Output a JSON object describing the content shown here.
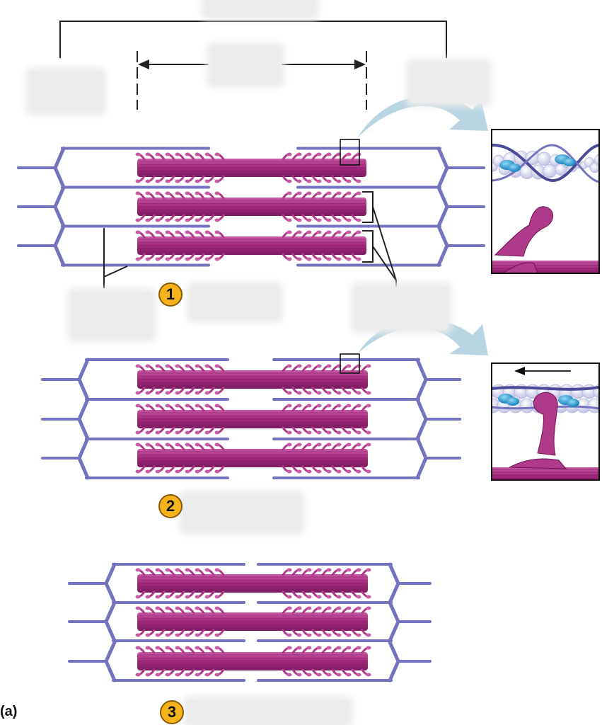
{
  "figure": {
    "panel_label": "(a)",
    "steps": [
      {
        "number": "1"
      },
      {
        "number": "2"
      },
      {
        "number": "3"
      }
    ]
  },
  "colors": {
    "thin_filament": "#7473bf",
    "thin_filament_dark": "#4b4a99",
    "thick_filament": "#a3277c",
    "thick_filament_light": "#c85aa4",
    "myosin_head": "#b03a8a",
    "actin_bead": "#dcdcf2",
    "troponin": "#33a6d8",
    "arrow_fill": "#b9d5e2",
    "label_blank": "#ececec",
    "badge": "#f6b41c"
  },
  "icons": {
    "zoom_arrow": "curved-arrow-icon",
    "direction_arrow": "left-arrow-icon"
  }
}
